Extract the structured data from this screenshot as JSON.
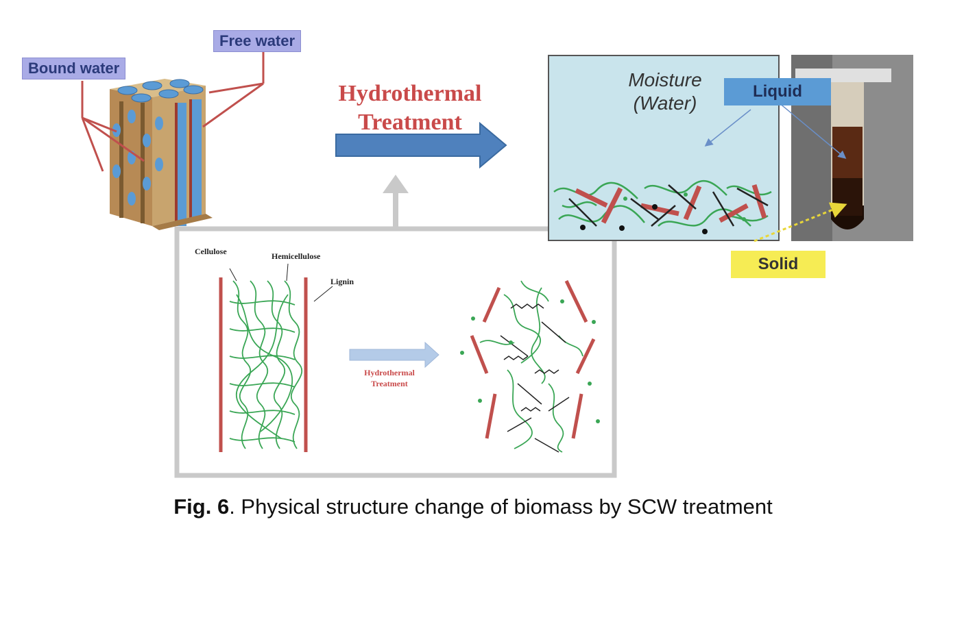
{
  "labels": {
    "bound_water": "Bound water",
    "free_water": "Free water",
    "hydrothermal_line1": "Hydrothermal",
    "hydrothermal_line2": "Treatment",
    "moisture_line1": "Moisture",
    "moisture_line2": "(Water)",
    "liquid": "Liquid",
    "solid": "Solid",
    "cellulose": "Cellulose",
    "hemicellulose": "Hemicellulose",
    "lignin": "Lignin",
    "small_hydro_line1": "Hydrothermal",
    "small_hydro_line2": "Treatment"
  },
  "caption": {
    "fig_number": "Fig. 6",
    "text": ". Physical structure change of biomass by SCW treatment"
  },
  "colors": {
    "lignin_red": "#c0504d",
    "fiber_green": "#3aa655",
    "wood_tan": "#c8a46e",
    "water_blue": "#5b9bd5",
    "arrow_blue": "#4f81bd",
    "panel_bg": "#c9e4ec",
    "frame_gray": "#c9c9c9",
    "title_red": "#c94a4a"
  }
}
